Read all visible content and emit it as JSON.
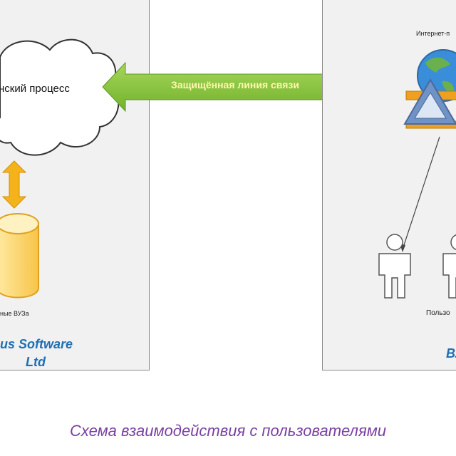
{
  "left_block": {
    "cloud_text": "нский процесс",
    "database_label": "ные ВУЗа",
    "brand_line1": "us Software",
    "brand_line2": "Ltd"
  },
  "connection": {
    "label": "Защищённая линия связи",
    "arrow_color": "#8cc63f"
  },
  "right_block": {
    "portal_label": "Интернет-п",
    "users_label": "Пользо",
    "brand": "ВУ"
  },
  "caption": "Схема взаимодействия с пользователями",
  "colors": {
    "panel_bg": "#f1f1f1",
    "brand_blue": "#1f6fb5",
    "caption_purple": "#7a3fa3",
    "database_orange": "#f5a623",
    "portal_blue": "#6b8ec0"
  }
}
